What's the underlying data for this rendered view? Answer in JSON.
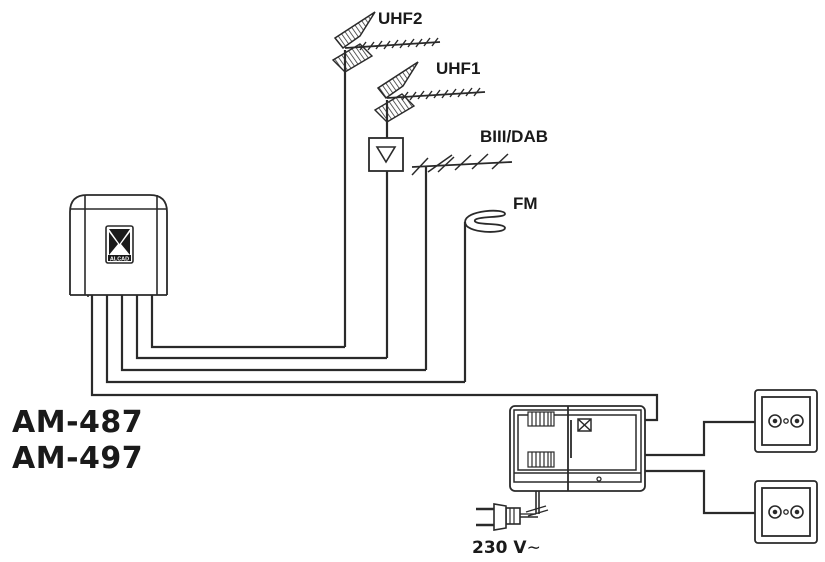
{
  "diagram": {
    "antennas": [
      {
        "id": "uhf2",
        "label": "UHF2",
        "type": "yagi"
      },
      {
        "id": "uhf1",
        "label": "UHF1",
        "type": "yagi-with-preamp"
      },
      {
        "id": "biii",
        "label": "BIII/DAB",
        "type": "yagi"
      },
      {
        "id": "fm",
        "label": "FM",
        "type": "circular"
      }
    ],
    "amplifier": {
      "brand": "ALCAD",
      "models": [
        "AM-487",
        "AM-497"
      ]
    },
    "power_supply": {
      "voltage_label": "230 V",
      "ac_symbol": "∼"
    },
    "outlets_count": 2,
    "colors": {
      "line": "#2a2a2a",
      "background": "#ffffff",
      "text": "#1a1a1a"
    }
  }
}
